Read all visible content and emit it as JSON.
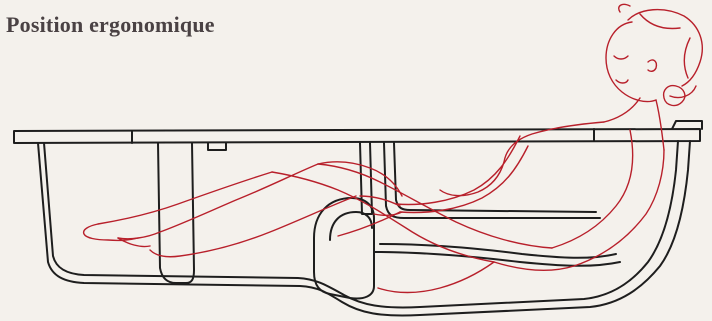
{
  "title": "Position ergonomique",
  "colors": {
    "background": "#f4f1ec",
    "title": "#4a4244",
    "bathtub_outline": "#1e1e1e",
    "figure_outline": "#b8202b"
  },
  "illustration": {
    "bathtub": "bathtub-outline-drawing",
    "figure": "reclining-woman-line-drawing"
  }
}
